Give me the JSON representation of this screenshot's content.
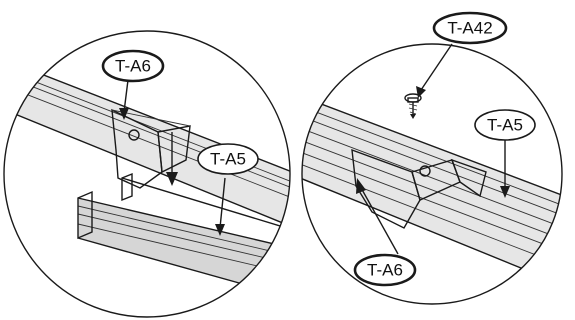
{
  "colors": {
    "line": "#1a1a1a",
    "metal_shade": "#cfcfcf",
    "metal_light": "#e6e6e6",
    "background": "#ffffff"
  },
  "left_detail": {
    "labels": {
      "clip": "T-A6",
      "rail": "T-A5"
    }
  },
  "right_detail": {
    "labels": {
      "screw": "T-A42",
      "rail": "T-A5",
      "clip": "T-A6"
    }
  }
}
